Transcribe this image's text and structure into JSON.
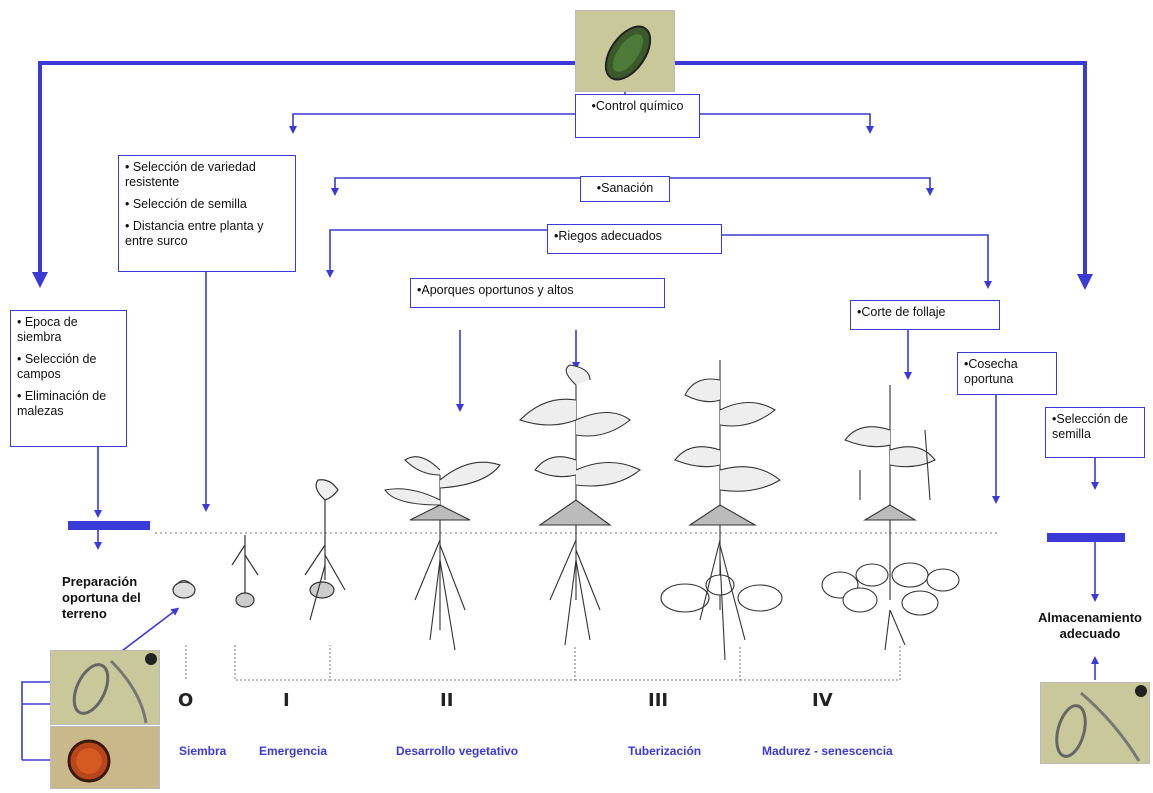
{
  "colors": {
    "arrow": "#3a3ad6",
    "bar": "#3a3ad6",
    "phase_text": "#3a3ad6",
    "photo_bg": "#c8c89a"
  },
  "boxes": {
    "control_quimico": [
      "•Control químico"
    ],
    "seleccion_variedad": [
      "• Selección de variedad resistente",
      "• Selección de semilla",
      "• Distancia entre planta y entre surco"
    ],
    "sanacion": [
      "•Sanación"
    ],
    "riegos": [
      "•Riegos adecuados"
    ],
    "aporques": [
      "•Aporques oportunos y altos"
    ],
    "corte_follaje": [
      "•Corte de follaje"
    ],
    "epoca": [
      "• Epoca de siembra",
      "• Selección de campos",
      "• Eliminación de malezas"
    ],
    "cosecha": [
      "•Cosecha oportuna"
    ],
    "seleccion_semilla": [
      "•Selección de semilla"
    ]
  },
  "labels": {
    "preparacion": "Preparación oportuna del terreno",
    "almacenamiento": "Almacenamiento adecuado"
  },
  "stages": [
    "O",
    "I",
    "II",
    "III",
    "IV"
  ],
  "phases": [
    "Siembra",
    "Emergencia",
    "Desarrollo vegetativo",
    "Tuberización",
    "Madurez - senescencia"
  ],
  "icons": {
    "top_photo": "nematode-egg-photo",
    "soil_photo": "cyst-juveniles-photo",
    "cyst_photo": "cyst-photo",
    "storage_photo": "cyst-juveniles-photo"
  }
}
